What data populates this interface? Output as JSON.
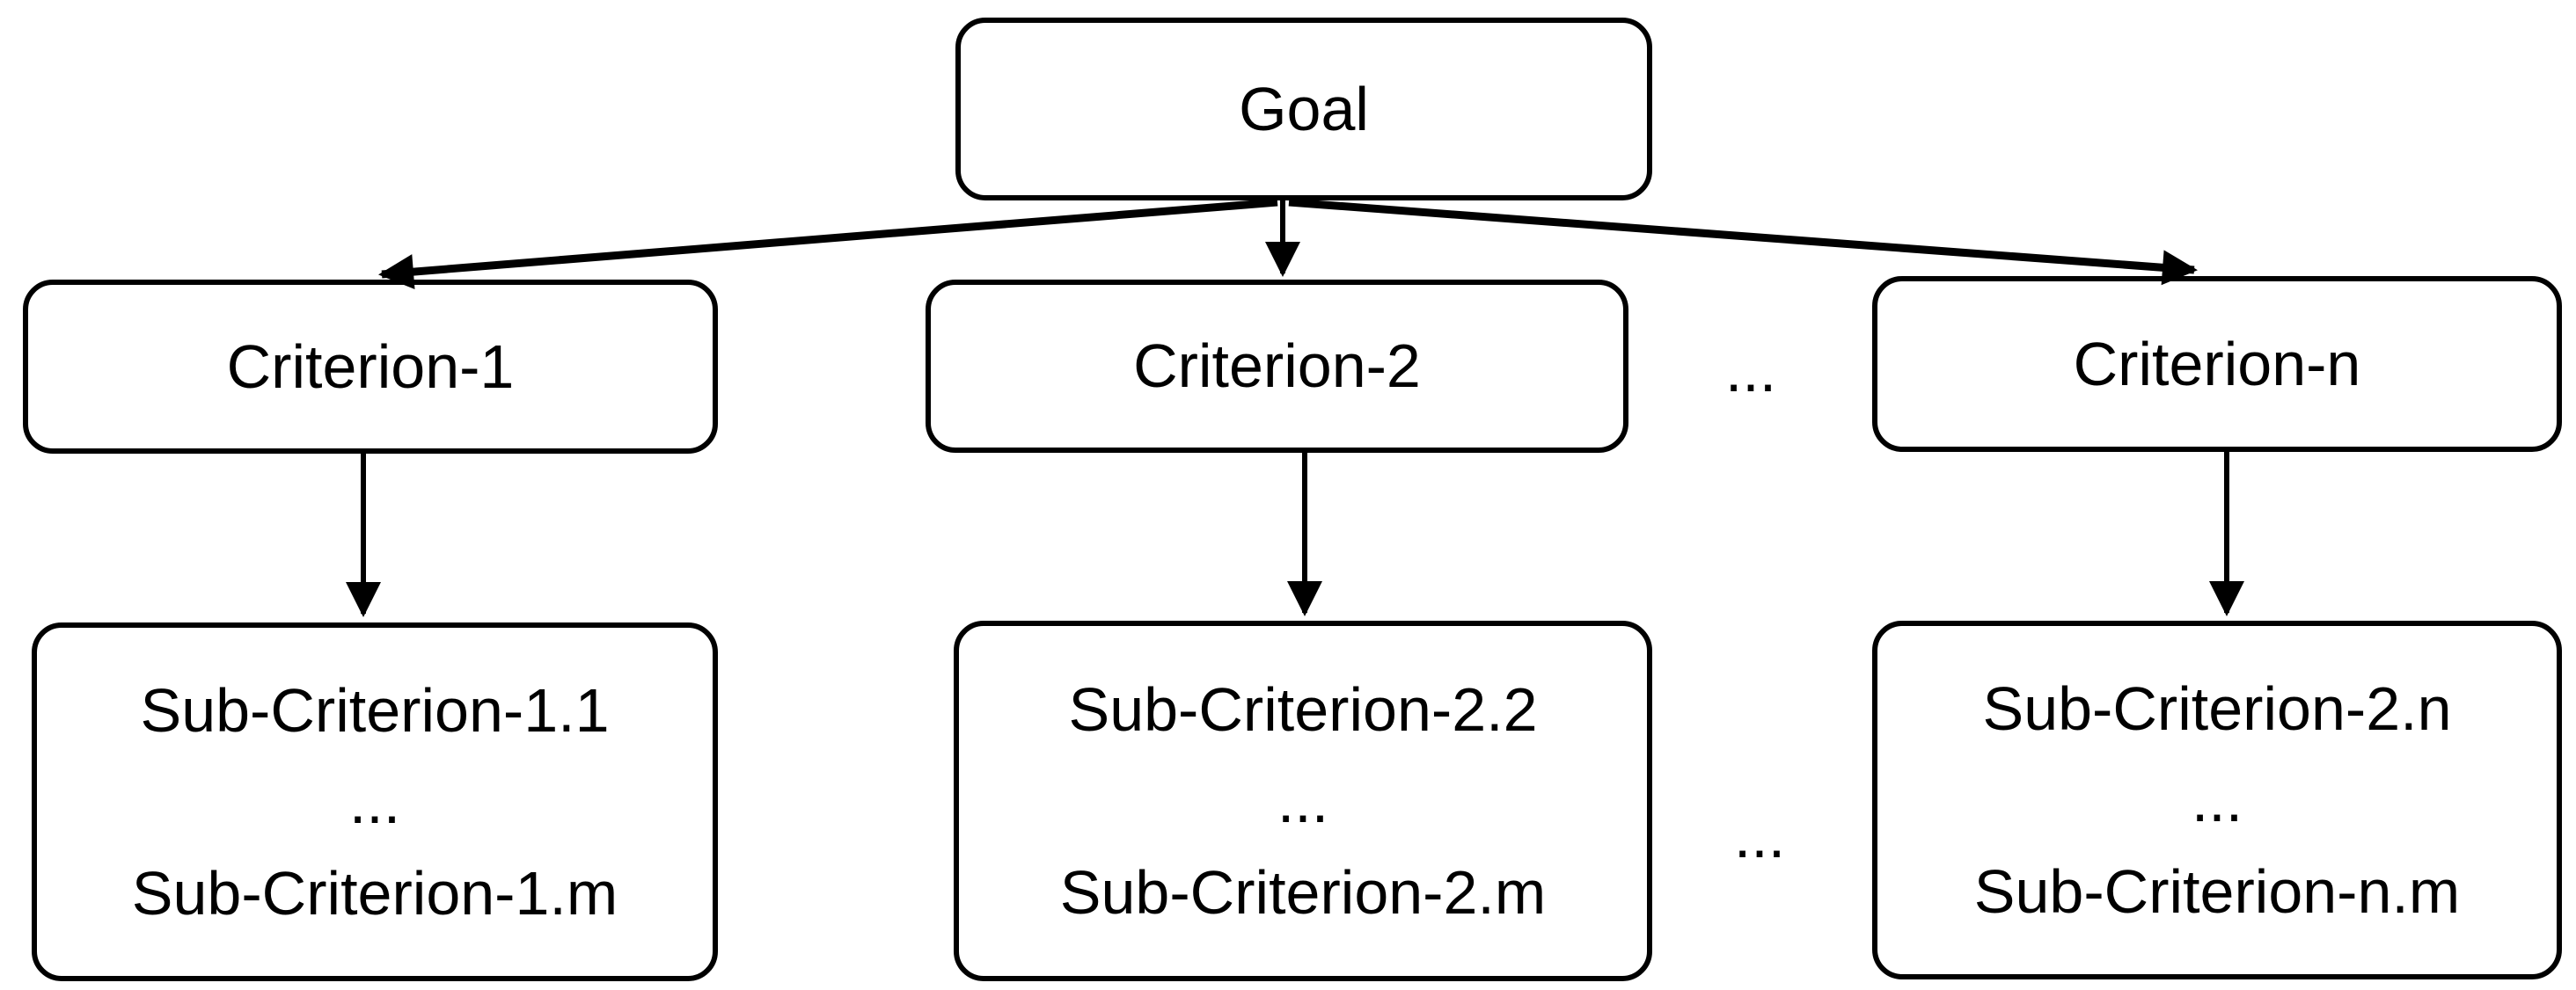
{
  "diagram": {
    "goal": {
      "label": "Goal"
    },
    "criteria": [
      {
        "id": "criterion-1",
        "label": "Criterion-1"
      },
      {
        "id": "criterion-2",
        "label": "Criterion-2"
      },
      {
        "id": "criterion-n",
        "label": "Criterion-n"
      }
    ],
    "criteria_row_ellipsis": "...",
    "sub_criteria": [
      {
        "id": "sub-criterion-1",
        "lines": [
          "Sub-Criterion-1.1",
          "...",
          "Sub-Criterion-1.m"
        ]
      },
      {
        "id": "sub-criterion-2",
        "lines": [
          "Sub-Criterion-2.2",
          "...",
          "Sub-Criterion-2.m"
        ]
      },
      {
        "id": "sub-criterion-n",
        "lines": [
          "Sub-Criterion-2.n",
          "...",
          "Sub-Criterion-n.m"
        ]
      }
    ],
    "sub_row_ellipsis": "...",
    "edges": [
      {
        "from": "Goal",
        "to": "Criterion-1"
      },
      {
        "from": "Goal",
        "to": "Criterion-2"
      },
      {
        "from": "Goal",
        "to": "Criterion-n"
      },
      {
        "from": "Criterion-1",
        "to": "Sub-Criterion-1"
      },
      {
        "from": "Criterion-2",
        "to": "Sub-Criterion-2"
      },
      {
        "from": "Criterion-n",
        "to": "Sub-Criterion-n"
      }
    ],
    "colors": {
      "background": "#ffffff",
      "stroke": "#000000",
      "text": "#000000"
    }
  }
}
